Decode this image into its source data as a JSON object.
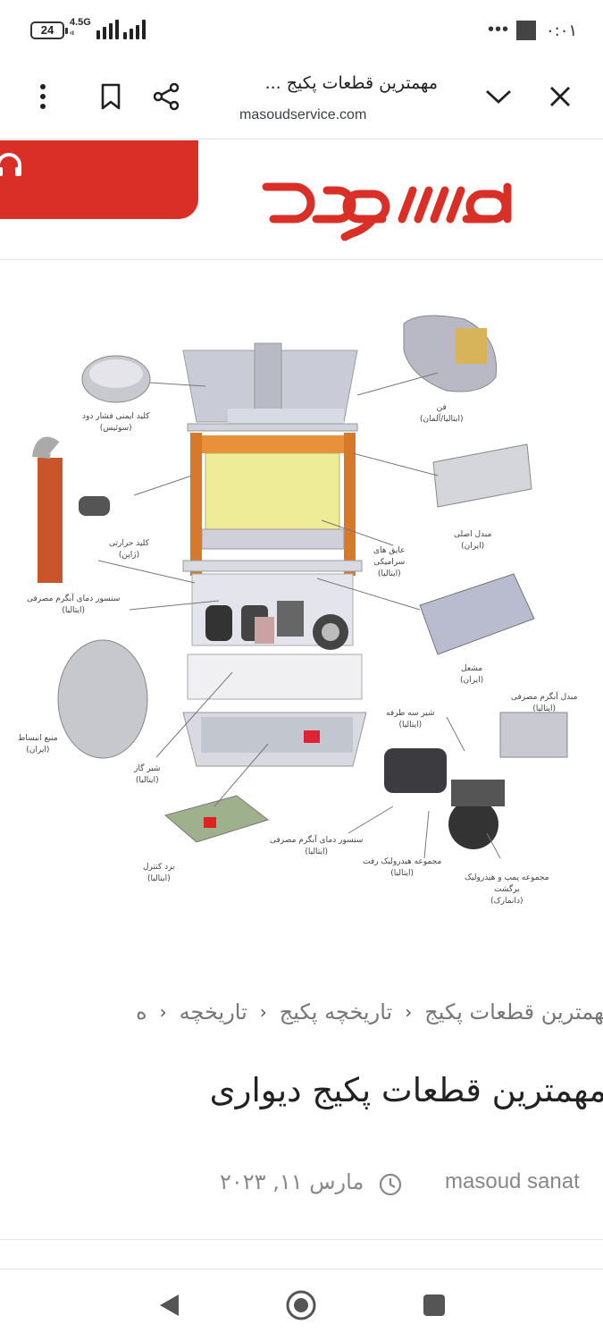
{
  "status_bar": {
    "battery": "24",
    "network": "4.5G",
    "dots": "•••",
    "time": "۰:۰۱"
  },
  "browser": {
    "title": "مهمترین قطعات پکیج ...",
    "domain": "masoudservice.com",
    "icons": [
      "more-vert-icon",
      "bookmark-icon",
      "share-icon",
      "chevron-down-icon",
      "close-icon"
    ]
  },
  "site": {
    "brand_color": "#d92f27"
  },
  "figure": {
    "labels": {
      "pressure_switch": "کلید ایمنی فشار دود",
      "pressure_switch_origin": "(سوئیس)",
      "fan": "فن",
      "fan_origin": "(ایتالیا/آلمان)",
      "thermostat": "کلید حرارتی",
      "thermostat_origin": "(ژاپن)",
      "main_exchanger": "مبدل اصلی",
      "main_exchanger_origin": "(ایران)",
      "insulation": "عایق های",
      "insulation_2": "سرامیکی",
      "insulation_origin": "(ایتالیا)",
      "dhw_sensor": "سنسور دمای آبگرم مصرفی",
      "dhw_sensor_origin": "(ایتالیا)",
      "burner": "مشعل",
      "burner_origin": "(ایران)",
      "expansion_tank": "منبع انبساط",
      "expansion_tank_origin": "(ایران)",
      "gas_valve": "شیر گاز",
      "gas_valve_origin": "(ایتالیا)",
      "three_way": "شیر سه طرفه",
      "three_way_origin": "(ایتالیا)",
      "plate_exchanger": "مبدل آبگرم مصرفی",
      "plate_exchanger_origin": "(ایتالیا)",
      "dhw_sensor_2": "سنسور دمای آبگرم مصرفی",
      "dhw_sensor_2_origin": "(ایتالیا)",
      "hydraulic_supply": "مجموعه هیدرولیک رفت",
      "hydraulic_supply_origin": "(ایتالیا)",
      "pump_group": "مجموعه پمپ و هیدرولیک",
      "pump_group_2": "برگشت",
      "pump_group_origin": "(دانمارک)",
      "control_board": "برد کنترل",
      "control_board_origin": "(ایتالیا)"
    }
  },
  "breadcrumb": {
    "items": [
      "ه",
      "تاریخچه",
      "تاریخچه پکیج",
      "مهمترین قطعات پکیج"
    ],
    "separator": "‹"
  },
  "article": {
    "title": "مهمترین قطعات پکیج دیواری",
    "author": "masoud sanat",
    "date": "مارس ۱۱, ۲۰۲۳"
  },
  "navbar": {
    "icons": [
      "back-icon",
      "home-icon",
      "recents-icon"
    ]
  }
}
